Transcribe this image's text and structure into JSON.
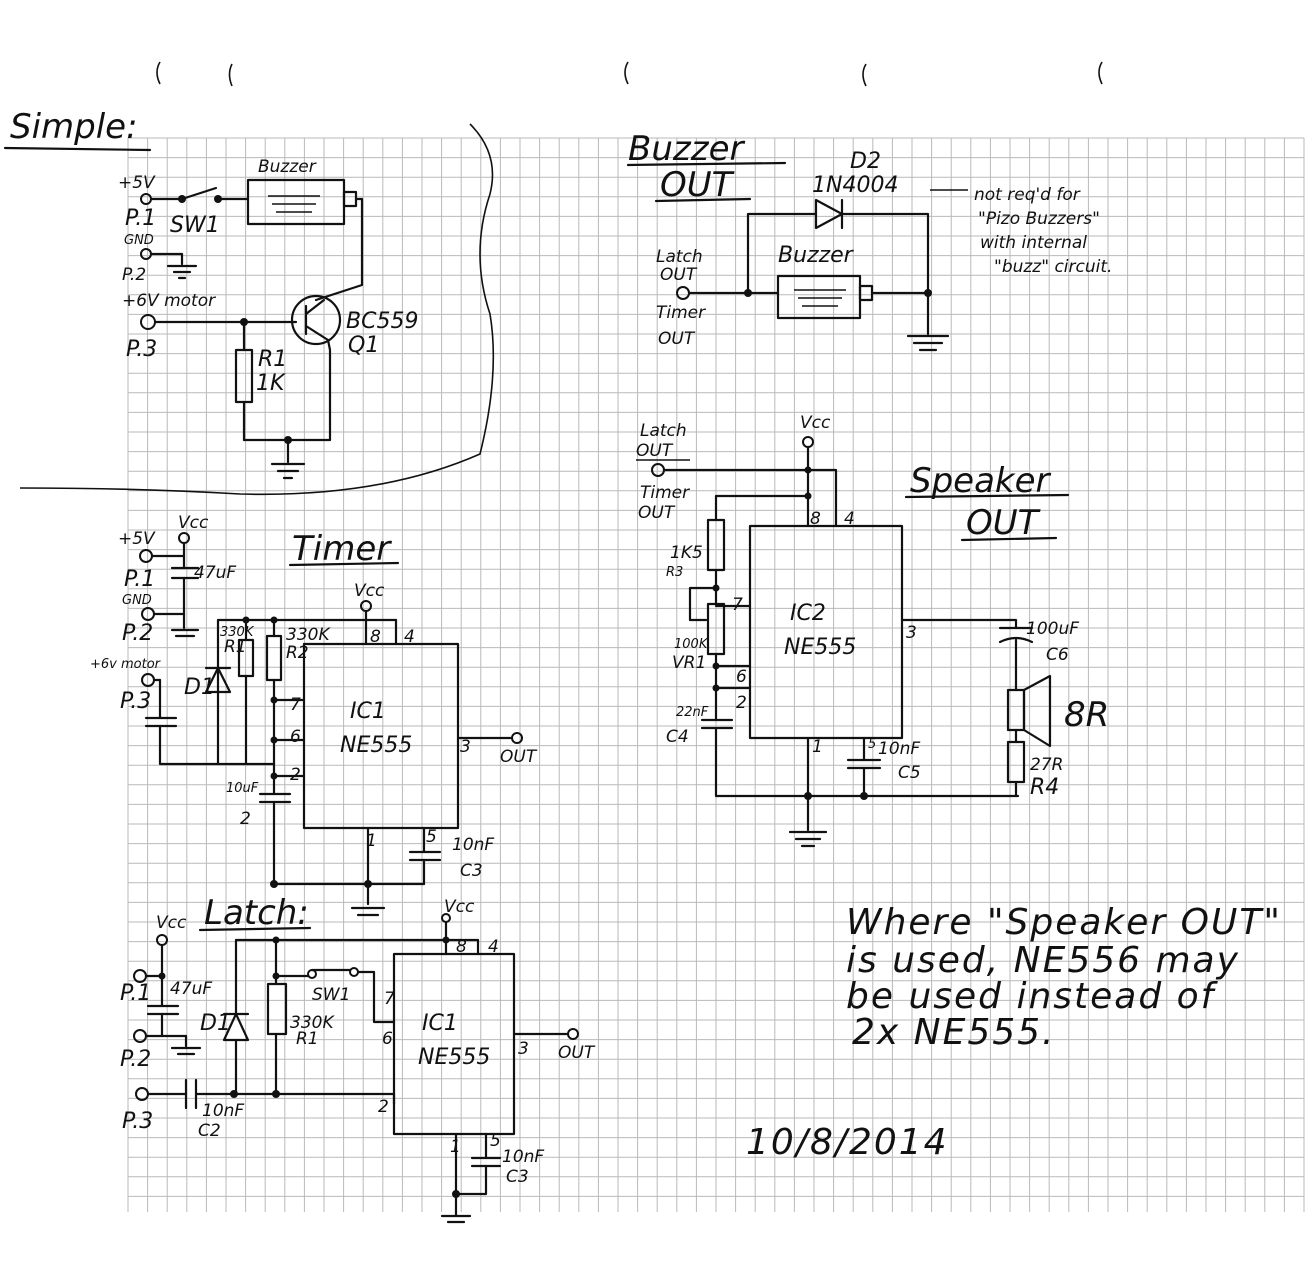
{
  "headings": {
    "simple": "Simple:",
    "buzzer_out_1": "Buzzer",
    "buzzer_out_2": "OUT",
    "timer": "Timer",
    "latch": "Latch:",
    "speaker_out_1": "Speaker",
    "speaker_out_2": "OUT"
  },
  "simple": {
    "plus5v": "+5V",
    "p1": "P.1",
    "gnd": "GND",
    "p2": "P.2",
    "plus6v": "+6V motor",
    "p3": "P.3",
    "sw1": "SW1",
    "buzzer": "Buzzer",
    "transistor": "BC559",
    "q1": "Q1",
    "r1": "R1",
    "r1_val": "1K"
  },
  "buzzer_out": {
    "d2": "D2",
    "d2_part": "1N4004",
    "latch_out_1": "Latch",
    "latch_out_2": "OUT",
    "timer_out_1": "Timer",
    "timer_out_2": "OUT",
    "buzzer": "Buzzer",
    "note_1": "not req'd for",
    "note_2": "\"Pizo Buzzers\"",
    "note_3": "with internal",
    "note_4": "\"buzz\" circuit."
  },
  "timer": {
    "vcc": "Vcc",
    "plus5v": "+5V",
    "p1": "P.1",
    "cap1": "47uF",
    "gnd": "GND",
    "p2": "P.2",
    "plus6v": "+6v motor",
    "p3": "P.3",
    "r1_val": "330K",
    "r1": "R1",
    "r2_val": "330K",
    "r2": "R2",
    "d1": "D1",
    "vcc_chip": "Vcc",
    "ic": "IC1",
    "chip": "NE555",
    "pin8": "8",
    "pin4": "4",
    "pin7": "7",
    "pin6": "6",
    "pin2": "2",
    "pin1": "1",
    "pin5": "5",
    "pin3": "3",
    "out": "OUT",
    "c2_val": "10uF",
    "c2": "2",
    "c3_val": "10nF",
    "c3": "C3"
  },
  "latch": {
    "vcc": "Vcc",
    "p1": "P.1",
    "cap1": "47uF",
    "p2": "P.2",
    "p3": "P.3",
    "d1": "D1",
    "r1_val": "330K",
    "r1": "R1",
    "sw1": "SW1",
    "vcc_chip": "Vcc",
    "ic": "IC1",
    "chip": "NE555",
    "pin8": "8",
    "pin4": "4",
    "pin7": "7",
    "pin6": "6",
    "pin2": "2",
    "pin1": "1",
    "pin5": "5",
    "pin3": "3",
    "out": "OUT",
    "c2_val": "10nF",
    "c2": "C2",
    "c3_val": "10nF",
    "c3": "C3"
  },
  "speaker": {
    "latch_out_1": "Latch",
    "latch_out_2": "OUT",
    "timer_out_1": "Timer",
    "timer_out_2": "OUT",
    "vcc": "Vcc",
    "r3_val": "1K5",
    "r3": "R3",
    "vr1_val": "100K",
    "vr1": "VR1",
    "c4_val": "22nF",
    "c4": "C4",
    "ic": "IC2",
    "chip": "NE555",
    "pin8": "8",
    "pin4": "4",
    "pin7": "7",
    "pin6": "6",
    "pin2": "2",
    "pin1": "1",
    "pin5": "5",
    "pin3": "3",
    "c6_val": "100uF",
    "c6": "C6",
    "spk": "8R",
    "c5_val": "10nF",
    "c5": "C5",
    "r4_val": "27R",
    "r4": "R4"
  },
  "note": {
    "line1": "Where \"Speaker OUT\"",
    "line2": "is used, NE556 may",
    "line3": "be used instead of",
    "line4": "2x NE555."
  },
  "date": "10/8/2014"
}
